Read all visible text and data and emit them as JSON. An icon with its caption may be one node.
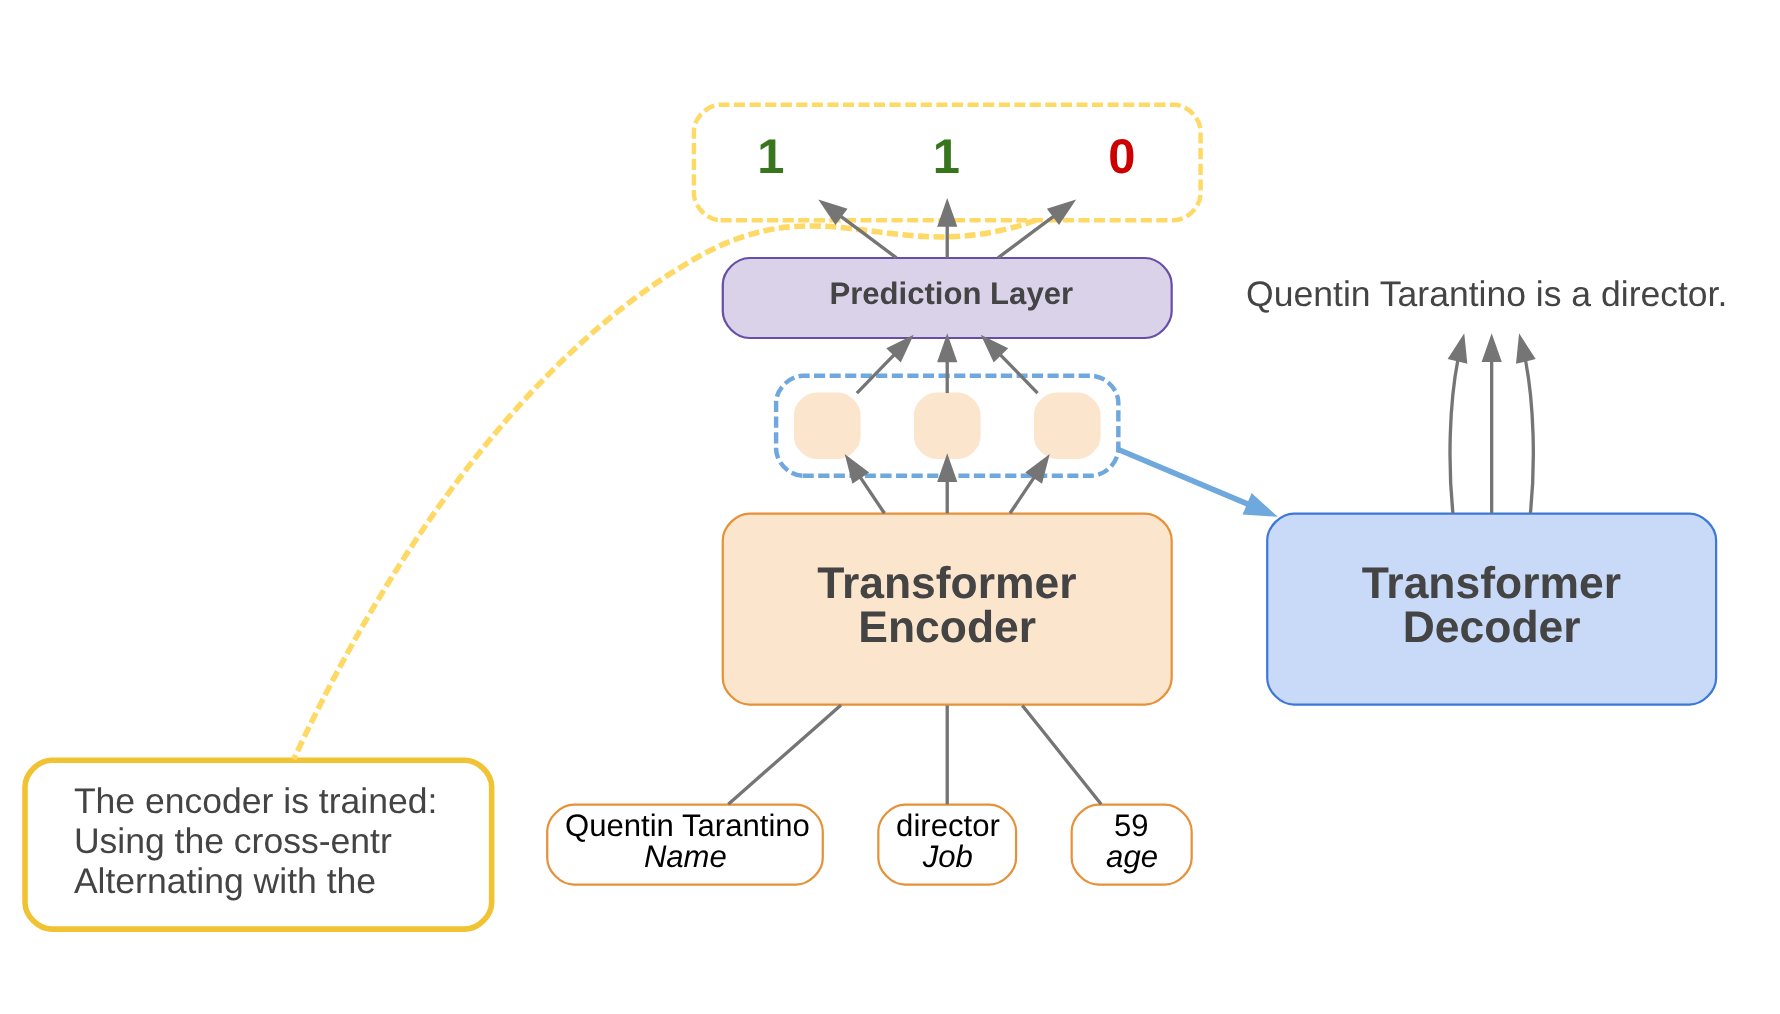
{
  "diagram": {
    "nodes": [
      {
        "text": [],
        "shape": "box"
      },
      {
        "text": [
          "1"
        ],
        "in": 0
      },
      {
        "text": [
          "1"
        ],
        "in": 0
      },
      {
        "text": [
          "0"
        ],
        "in": 0
      },
      {
        "text": [
          "The encoder is trained:",
          "Using the cross-entr",
          "Alternating with the"
        ]
      },
      {
        "text": [
          "Prediction Layer"
        ]
      },
      {
        "text": [],
        "shape": "box"
      },
      {
        "text": [],
        "shape": "box",
        "in": 6
      },
      {
        "text": [],
        "shape": "box",
        "in": 6
      },
      {
        "text": [],
        "shape": "box",
        "in": 6
      },
      {
        "text": [
          "Transformer Encoder"
        ]
      },
      {
        "text": [
          "Transformer Decoder"
        ]
      },
      {
        "text": [
          "Quentin Tarantino is a director."
        ]
      },
      {
        "text": [
          "Quentin Tarantino",
          "Name"
        ]
      },
      {
        "text": [
          "director",
          "Job"
        ]
      },
      {
        "text": [
          "59",
          "age"
        ]
      }
    ],
    "edges": [
      {
        "from": 13,
        "to": 10,
        "arrow": "none"
      },
      {
        "from": 14,
        "to": 10,
        "arrow": "none"
      },
      {
        "from": 15,
        "to": 10,
        "arrow": "none"
      },
      {
        "from": 10,
        "to": 7,
        "arrow": "to"
      },
      {
        "from": 10,
        "to": 8,
        "arrow": "to"
      },
      {
        "from": 10,
        "to": 9,
        "arrow": "to"
      },
      {
        "from": 7,
        "to": 5,
        "arrow": "to"
      },
      {
        "from": 8,
        "to": 5,
        "arrow": "to"
      },
      {
        "from": 9,
        "to": 5,
        "arrow": "to"
      },
      {
        "from": 5,
        "to": 1,
        "arrow": "to"
      },
      {
        "from": 5,
        "to": 2,
        "arrow": "to"
      },
      {
        "from": 5,
        "to": 3,
        "arrow": "to"
      },
      {
        "from": 0,
        "to": 4,
        "arrow": "none",
        "style": "dashed",
        "color": "#ffd966"
      },
      {
        "from": 6,
        "to": 11,
        "arrow": "to",
        "color": "#6fa8dc"
      },
      {
        "from": 11,
        "to": 12,
        "arrow": "to"
      },
      {
        "from": 11,
        "to": 12,
        "arrow": "to"
      },
      {
        "from": 11,
        "to": 12,
        "arrow": "to"
      }
    ]
  }
}
